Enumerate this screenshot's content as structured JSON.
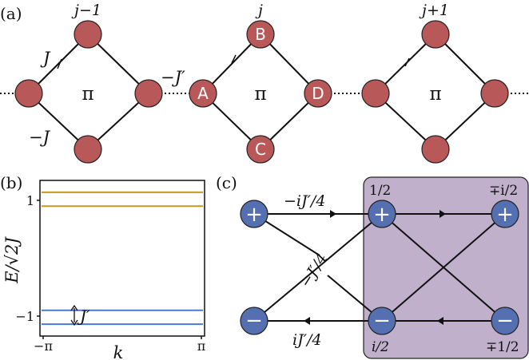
{
  "panel_a": {
    "label": "(a)",
    "cells": [
      {
        "index": "j−1",
        "flux": "π"
      },
      {
        "index": "j",
        "flux": "π"
      },
      {
        "index": "j+1",
        "flux": "π"
      }
    ],
    "sites": {
      "top": "B",
      "left": "A",
      "bottom": "C",
      "right": "D"
    },
    "hopping": {
      "upper": "J",
      "lower": "−J",
      "inter": "−J′"
    }
  },
  "panel_b": {
    "label": "(b)",
    "ylabel": "E/√2J",
    "xlabel": "k",
    "ytick_top": "1",
    "ytick_bottom": "−1",
    "xtick_left": "−π",
    "xtick_right": "π",
    "gap_label": "J′",
    "band_color_upper": "#c49a1c",
    "band_color_lower": "#4a78d6",
    "chart_data": {
      "type": "line",
      "x": [
        "−π",
        "π"
      ],
      "series": [
        {
          "values": [
            1.14,
            1.14
          ]
        },
        {
          "values": [
            0.9,
            0.9
          ]
        },
        {
          "values": [
            -0.9,
            -0.9
          ]
        },
        {
          "values": [
            -1.14,
            -1.14
          ]
        }
      ],
      "xlabel": "k",
      "ylabel": "E/√2J"
    }
  },
  "panel_c": {
    "label": "(c)",
    "box_color": "#c0b0cc",
    "node_color": "#5470b0",
    "signs": {
      "plus": "+",
      "minus": "−"
    },
    "amplitudes": {
      "top_left": "1/2",
      "top_right": "∓i/2",
      "bottom_left": "i/2",
      "bottom_right": "∓1/2"
    },
    "edges": {
      "top": "−iJ′/4",
      "bottom": "iJ′/4",
      "cross": "−J′/4"
    }
  }
}
